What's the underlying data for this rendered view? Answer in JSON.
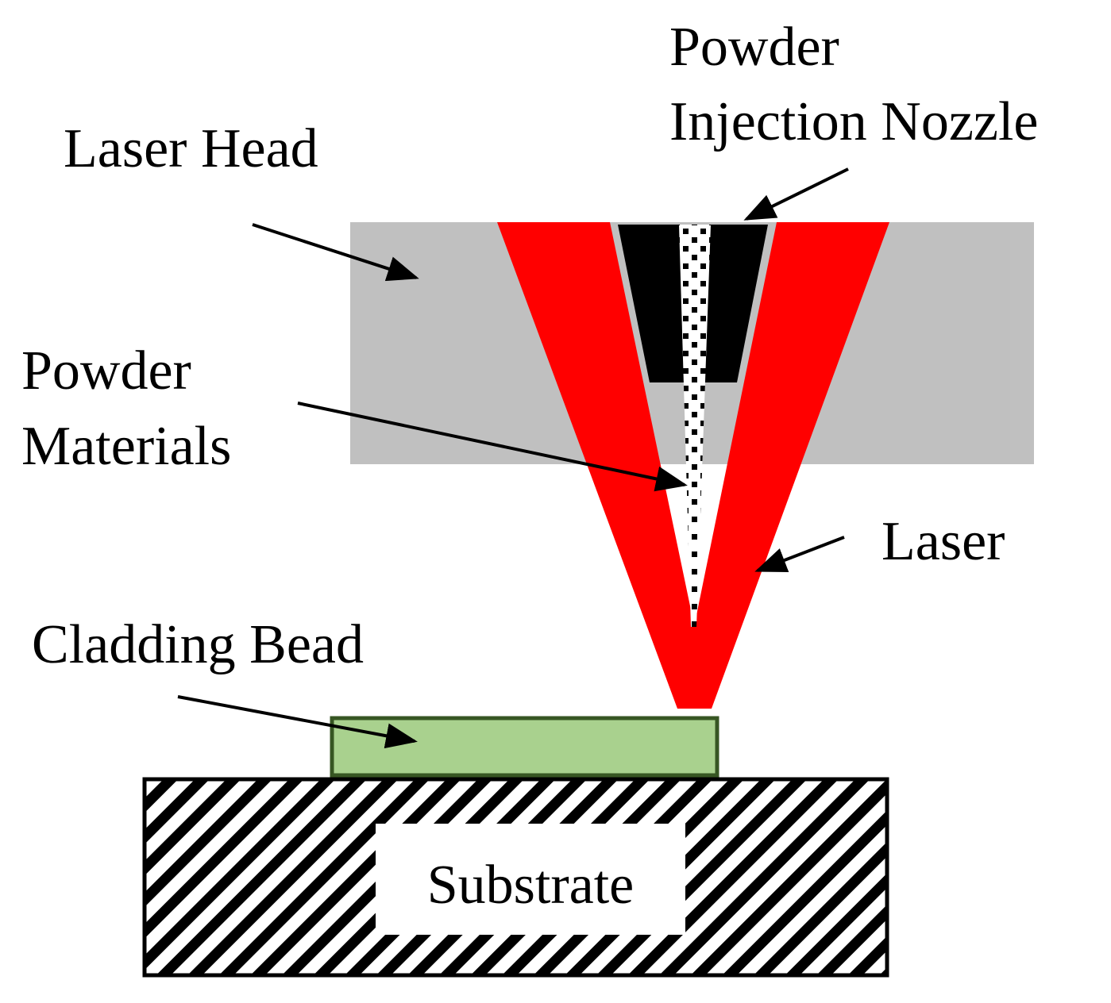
{
  "labels": {
    "laser_head": "Laser Head",
    "powder_nozzle_line1": "Powder",
    "powder_nozzle_line2": "Injection Nozzle",
    "powder_materials_line1": "Powder",
    "powder_materials_line2": "Materials",
    "laser": "Laser",
    "cladding_bead": "Cladding Bead",
    "substrate": "Substrate"
  },
  "colors": {
    "laser_head": "#c0c0c0",
    "laser_beam": "#ff0000",
    "nozzle": "#000000",
    "cladding_bead_fill": "#a9d18e",
    "cladding_bead_stroke": "#375623",
    "substrate_hatch": "#000000",
    "background": "#ffffff"
  }
}
